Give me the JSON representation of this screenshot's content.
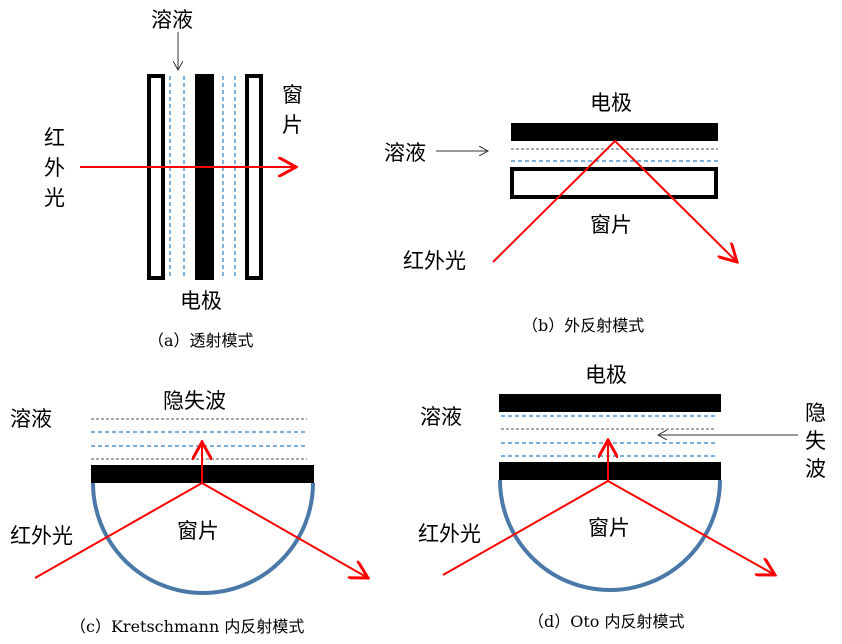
{
  "panel_a": {
    "solution": "溶液",
    "window": [
      "窗",
      "片"
    ],
    "ir": [
      "红",
      "外",
      "光"
    ],
    "electrode": "电极",
    "caption": "（a）透射模式"
  },
  "panel_b": {
    "electrode": "电极",
    "solution": "溶液",
    "window": "窗片",
    "ir": "红外光",
    "caption": "（b）外反射模式"
  },
  "panel_c": {
    "evanescent": "隐失波",
    "solution": "溶液",
    "window": "窗片",
    "ir": "红外光",
    "caption": "（c）Kretschmann 内反射模式"
  },
  "panel_d": {
    "electrode": "电极",
    "solution": "溶液",
    "evanescent": [
      "隐",
      "失",
      "波"
    ],
    "window": "窗片",
    "ir": "红外光",
    "caption": "（d）Oto 内反射模式"
  },
  "colors": {
    "ir": "#ff0000",
    "dash": "#2f7fc8",
    "prism": "#4a78a8"
  }
}
